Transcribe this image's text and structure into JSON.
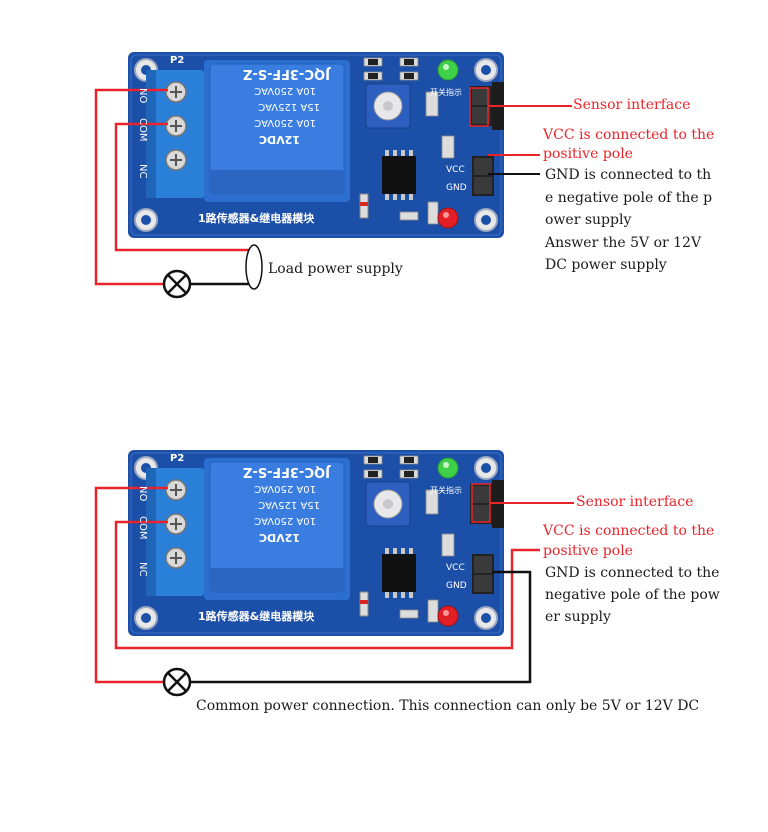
{
  "colors": {
    "pcb": "#1c4fa8",
    "relay": "#2d6fd0",
    "terminal": "#2a7fd8",
    "wire_red": "#e8242a",
    "wire_black": "#111111",
    "label_red": "#e8242a",
    "led_green": "#3fd04a",
    "led_red": "#e41e26"
  },
  "icons": {
    "lamp": "lamp-cross-icon",
    "power_supply": "power-supply-icon",
    "sensor": "flame-sensor-icon"
  },
  "diagram1": {
    "board": {
      "header": "P2",
      "relay_lines": [
        "JQC-3FF-S-Z",
        "10A 250VAC",
        "15A 125VAC",
        "10A 250VAC",
        "12VDC"
      ],
      "terminals": [
        "NO",
        "COM",
        "NC"
      ],
      "pins": [
        "VCC",
        "GND"
      ],
      "silk_bottom": "1路传感器&继电器模块",
      "silk_switch": "开关指示"
    },
    "sensor_label": "Sensor interface",
    "vcc_label": [
      "VCC is connected to the",
      "positive pole"
    ],
    "gnd_label": [
      "GND is connected to th",
      "e negative pole of the p",
      "ower supply",
      "Answer the 5V or 12V",
      "DC power supply"
    ],
    "load_label": "Load power supply"
  },
  "diagram2": {
    "board": {
      "header": "P2",
      "relay_lines": [
        "JQC-3FF-S-Z",
        "10A 250VAC",
        "15A 125VAC",
        "10A 250VAC",
        "12VDC"
      ],
      "terminals": [
        "NO",
        "COM",
        "NC"
      ],
      "pins": [
        "VCC",
        "GND"
      ],
      "silk_bottom": "1路传感器&继电器模块",
      "silk_switch": "开关指示"
    },
    "sensor_label": "Sensor interface",
    "vcc_label": [
      "VCC is connected to the",
      "positive pole"
    ],
    "gnd_label": [
      "GND is connected to the",
      "negative pole of the pow",
      "er supply"
    ],
    "common_label": "Common power connection. This connection can only be 5V or 12V DC"
  }
}
